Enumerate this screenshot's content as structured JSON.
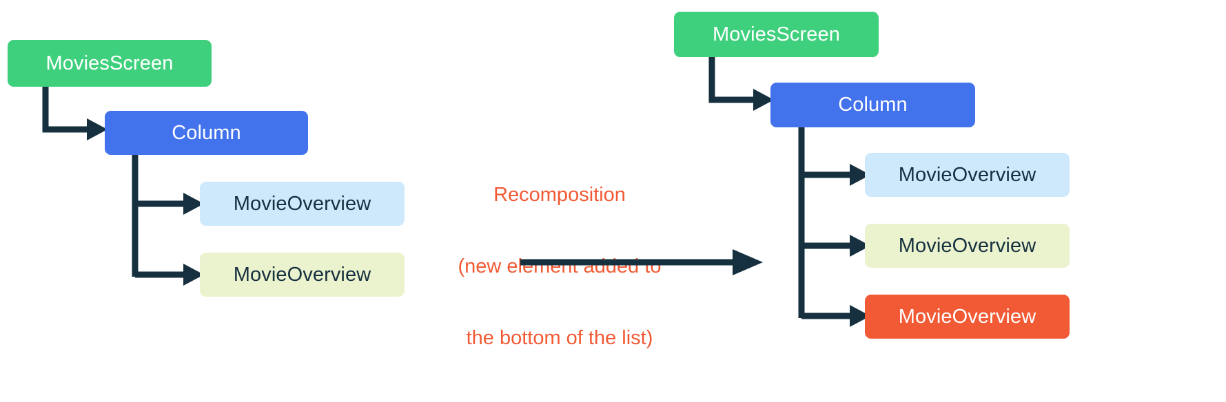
{
  "diagram": {
    "type": "composition-tree-recomposition",
    "background": "#ffffff",
    "palette": {
      "green": "#3FD07D",
      "blue": "#4272EC",
      "light_blue": "#CEE9FB",
      "light_green": "#EAF2CE",
      "orange": "#F15A34",
      "arrow_navy": "#16303F",
      "text_dark": "#16303F",
      "text_light": "#FFFFFF"
    }
  },
  "left_tree": {
    "name": "before-recomposition-tree",
    "nodes": [
      {
        "id": "l-moviesscreen",
        "label": "MoviesScreen",
        "color": "green",
        "depth": 0
      },
      {
        "id": "l-column",
        "label": "Column",
        "color": "blue",
        "depth": 1
      },
      {
        "id": "l-overview-1",
        "label": "MovieOverview",
        "color": "light_blue",
        "depth": 2
      },
      {
        "id": "l-overview-2",
        "label": "MovieOverview",
        "color": "light_green",
        "depth": 2
      }
    ]
  },
  "center": {
    "name": "recomposition-annotation",
    "lines": [
      "Recomposition",
      "(new element added to",
      "the bottom of the list)"
    ],
    "line1": "Recomposition",
    "line2": "(new element added to",
    "line3": "the bottom of the list)",
    "arrow": "right-arrow",
    "color": "#F15A34"
  },
  "right_tree": {
    "name": "after-recomposition-tree",
    "nodes": [
      {
        "id": "r-moviesscreen",
        "label": "MoviesScreen",
        "color": "green",
        "depth": 0
      },
      {
        "id": "r-column",
        "label": "Column",
        "color": "blue",
        "depth": 1
      },
      {
        "id": "r-overview-1",
        "label": "MovieOverview",
        "color": "light_blue",
        "depth": 2
      },
      {
        "id": "r-overview-2",
        "label": "MovieOverview",
        "color": "light_green",
        "depth": 2
      },
      {
        "id": "r-overview-3",
        "label": "MovieOverview",
        "color": "orange",
        "depth": 2,
        "new": true
      }
    ]
  }
}
